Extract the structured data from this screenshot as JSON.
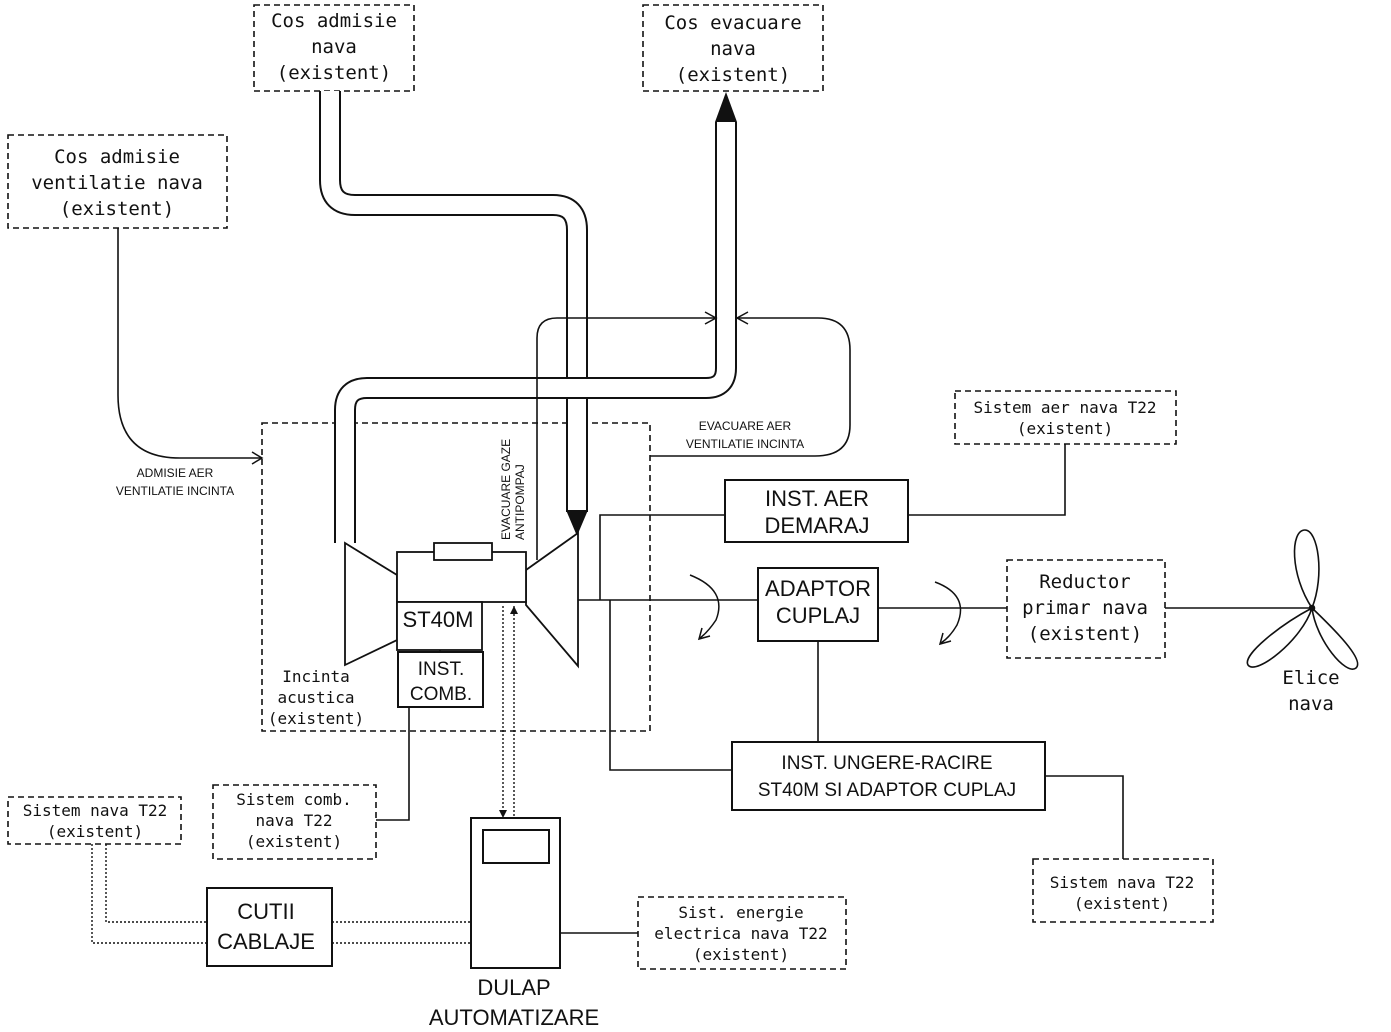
{
  "labels": {
    "cos_admisie_nava": [
      "Cos admisie",
      "nava",
      "(existent)"
    ],
    "cos_evacuare_nava": [
      "Cos evacuare",
      "nava",
      "(existent)"
    ],
    "cos_admisie_ventilatie": [
      "Cos admisie",
      "ventilatie nava",
      "(existent)"
    ],
    "admisie_aer": [
      "ADMISIE AER",
      "VENTILATIE INCINTA"
    ],
    "evacuare_aer": [
      "EVACUARE AER",
      "VENTILATIE INCINTA"
    ],
    "evacuare_gaze": [
      "EVACUARE GAZE",
      "ANTIPOMPAJ"
    ],
    "sistem_aer_nava": [
      "Sistem aer nava T22",
      "(existent)"
    ],
    "inst_aer_demaraj": [
      "INST. AER",
      "DEMARAJ"
    ],
    "engine": "ST40M",
    "adaptor_cuplaj": [
      "ADAPTOR",
      "CUPLAJ"
    ],
    "reductor": [
      "Reductor",
      "primar nava",
      "(existent)"
    ],
    "elice": [
      "Elice",
      "nava"
    ],
    "inst_comb": [
      "INST.",
      "COMB."
    ],
    "incinta": [
      "Incinta",
      "acustica",
      "(existent)"
    ],
    "inst_ungere": [
      "INST. UNGERE-RACIRE",
      "ST40M SI ADAPTOR CUPLAJ"
    ],
    "sistem_comb": [
      "Sistem comb.",
      "nava T22",
      "(existent)"
    ],
    "sistem_nava_left": [
      "Sistem nava T22",
      "(existent)"
    ],
    "sistem_nava_right": [
      "Sistem nava T22",
      "(existent)"
    ],
    "cutii_cablaje": [
      "CUTII",
      "CABLAJE"
    ],
    "dulap": [
      "DULAP",
      "AUTOMATIZARE"
    ],
    "sist_energie": [
      "Sist. energie",
      "electrica nava T22",
      "(existent)"
    ]
  }
}
